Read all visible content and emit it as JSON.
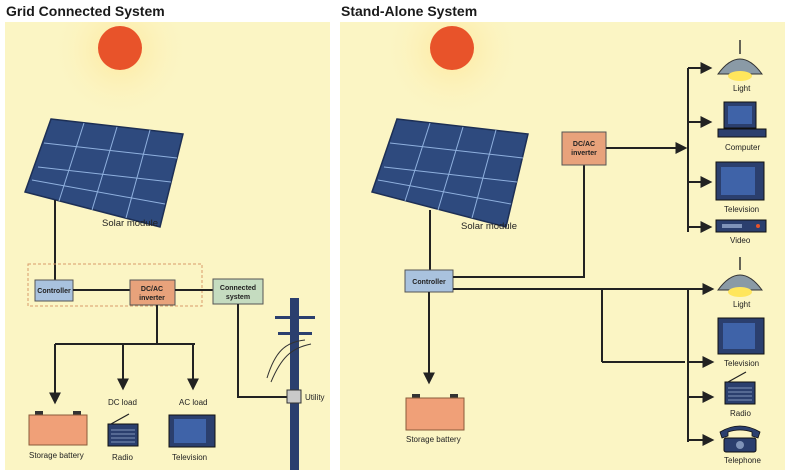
{
  "left": {
    "title": "Grid Connected System",
    "solar_module": "Solar module",
    "controller": "Controller",
    "inverter": [
      "DC/AC",
      "inverter"
    ],
    "connected_system": [
      "Connected",
      "system"
    ],
    "utility": "Utility",
    "dc_load": "DC load",
    "ac_load": "AC load",
    "storage_battery": "Storage battery",
    "radio": "Radio",
    "television": "Television"
  },
  "right": {
    "title": "Stand-Alone System",
    "solar_module": "Solar module",
    "controller": "Controller",
    "inverter": [
      "DC/AC",
      "inverter"
    ],
    "storage_battery": "Storage battery",
    "ac_loads": [
      "Light",
      "Computer",
      "Television",
      "Video"
    ],
    "dc_loads": [
      "Light",
      "Television",
      "Radio",
      "Telephone"
    ]
  },
  "colors": {
    "background": "#fbf5c4",
    "sun": "#e8532a",
    "panel": "#2e4a7e",
    "controller": "#a9c2de",
    "inverter": "#e8a27b",
    "connected": "#c5dcc0",
    "battery": "#f0a078",
    "device": "#2b3f6e"
  },
  "icons": [
    "sun-icon",
    "solar-panel-icon",
    "battery-icon",
    "radio-icon",
    "television-icon",
    "utility-pole-icon",
    "light-icon",
    "computer-icon",
    "video-icon",
    "telephone-icon"
  ]
}
